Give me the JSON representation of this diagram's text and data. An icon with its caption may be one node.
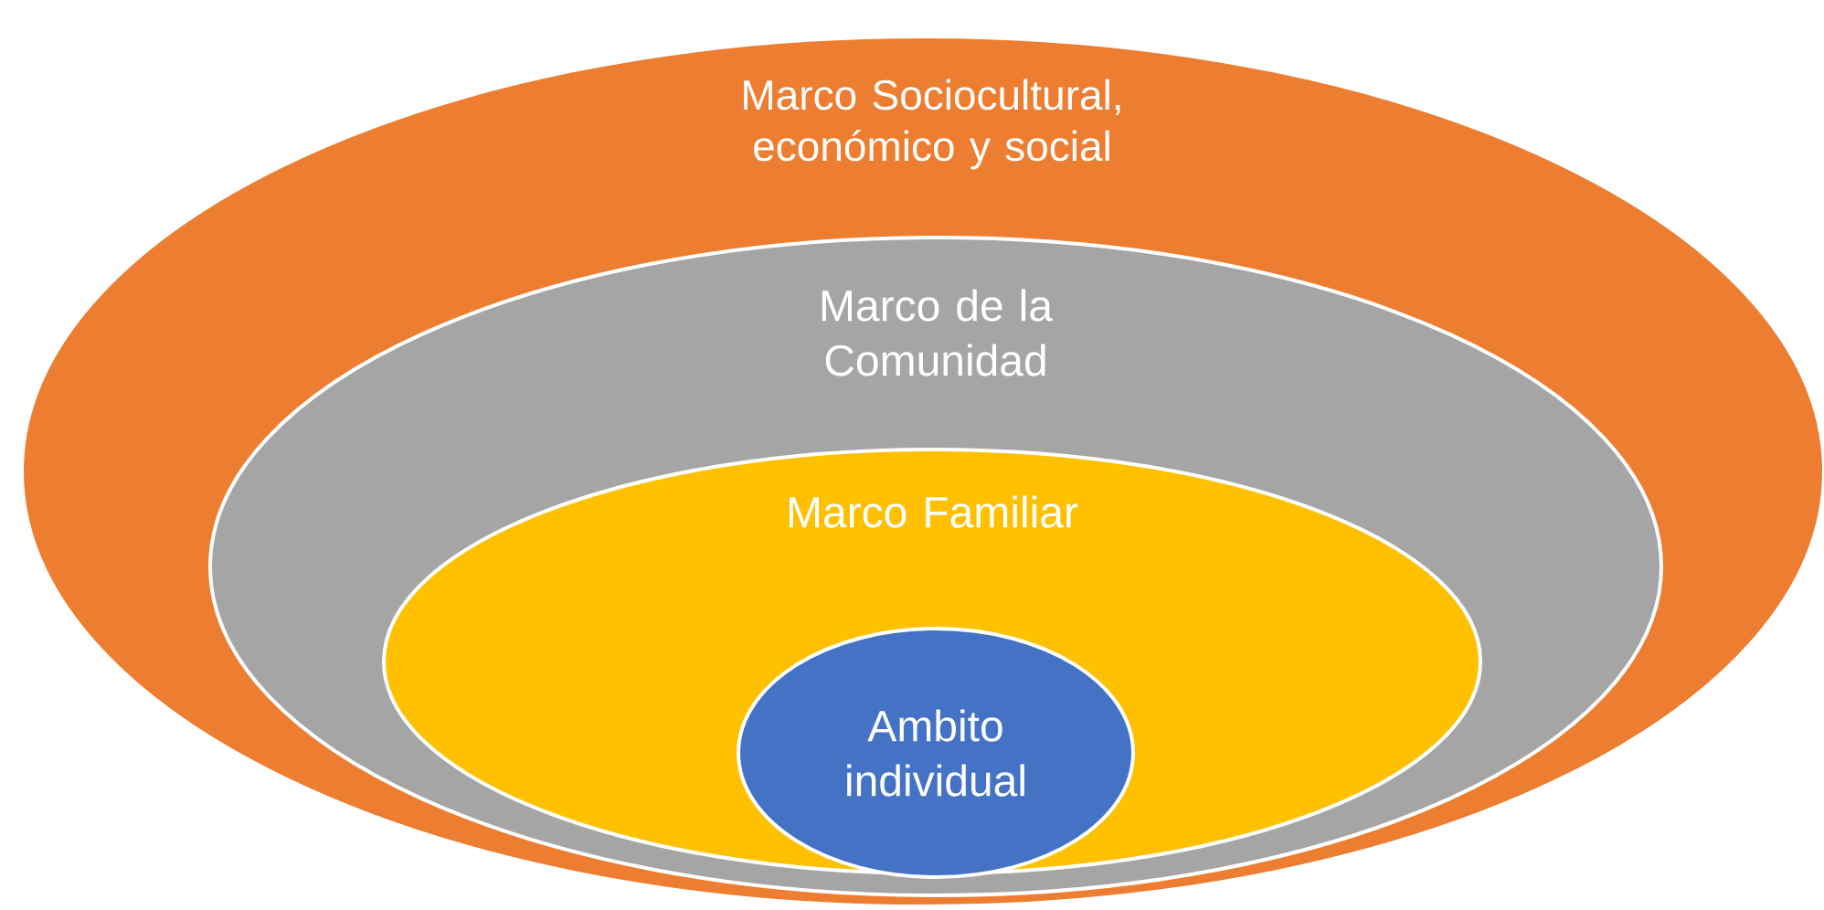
{
  "diagram": {
    "nodes": [
      {
        "text": [
          "Marco Sociocultural, económico y social"
        ]
      },
      {
        "text": [
          "Marco de la Comunidad"
        ],
        "in": 0
      },
      {
        "text": [
          "Marco Familiar"
        ],
        "in": 1
      },
      {
        "text": [
          "Ambito individual"
        ],
        "in": 2
      }
    ]
  }
}
